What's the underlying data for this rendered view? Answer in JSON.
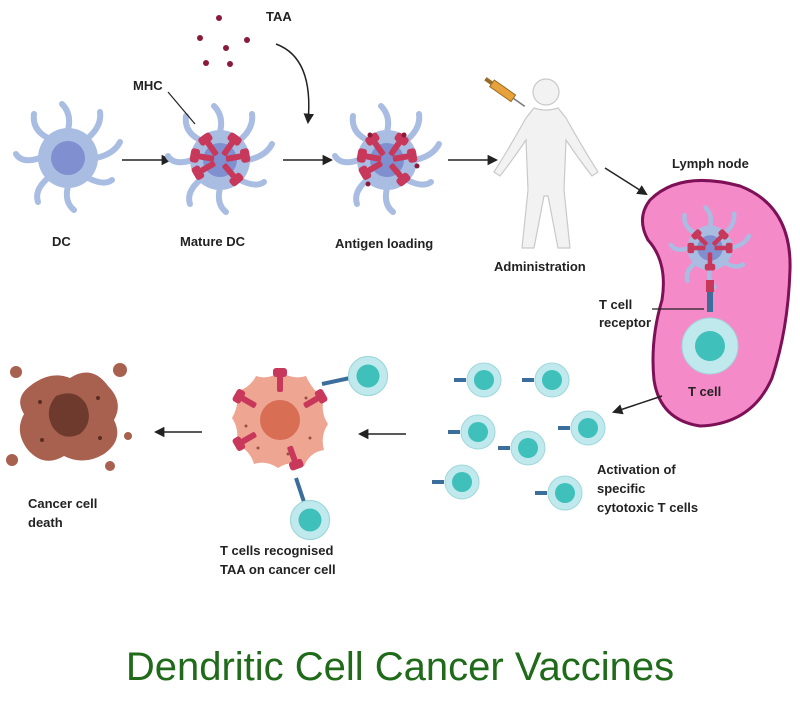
{
  "labels": {
    "taa": "TAA",
    "mhc": "MHC",
    "dc": "DC",
    "mature_dc": "Mature DC",
    "antigen_loading": "Antigen loading",
    "administration": "Administration",
    "lymph_node": "Lymph node",
    "tcr_line1": "T cell",
    "tcr_line2": "receptor",
    "t_cell": "T cell",
    "activation_line1": "Activation of",
    "activation_line2": "specific",
    "activation_line3": "cytotoxic T cells",
    "recognised_line1": "T cells recognised",
    "recognised_line2": "TAA on cancer cell",
    "death_line1": "Cancer cell",
    "death_line2": "death"
  },
  "title": "Dendritic Cell Cancer Vaccines",
  "colors": {
    "dc_body": "#a9bde3",
    "dc_nucleus": "#7f8fd0",
    "mhc": "#c8385a",
    "lymph_fill": "#f58ac8",
    "lymph_stroke": "#7d1056",
    "tcell_body": "#bfe9ec",
    "tcell_nucleus": "#3fc0bb",
    "cancer_body": "#eea592",
    "cancer_nucleus": "#d86e54",
    "dead_cell": "#a8614f",
    "title": "#1f6b1a"
  }
}
